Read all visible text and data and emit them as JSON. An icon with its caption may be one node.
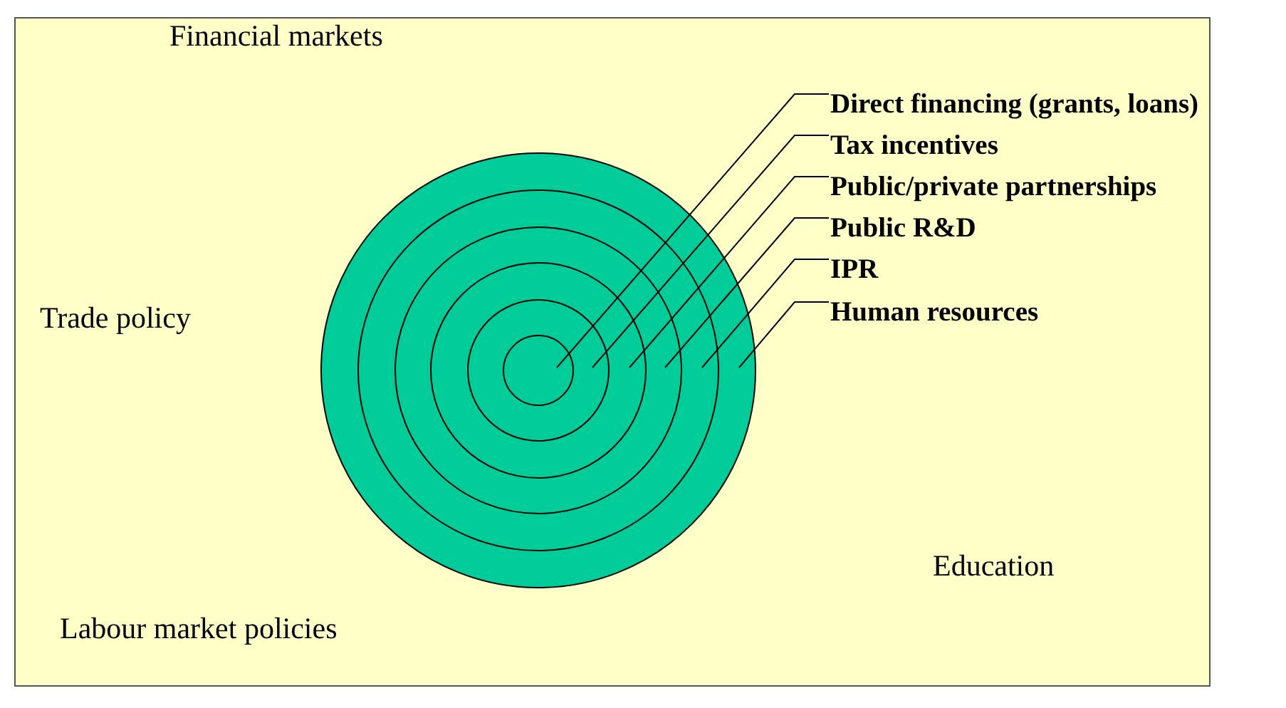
{
  "diagram": {
    "nodes": [
      {
        "text": [
          "Financial markets",
          "Trade policy",
          "Labour market policies",
          "Education"
        ]
      },
      {
        "text": [
          "Direct financing (grants, loans)"
        ],
        "in": 0
      },
      {
        "text": [
          "Tax incentives"
        ],
        "in": 0
      },
      {
        "text": [
          "Public/private partnerships"
        ],
        "in": 0
      },
      {
        "text": [
          "Public R&D"
        ],
        "in": 0
      },
      {
        "text": [
          "IPR"
        ],
        "in": 0
      },
      {
        "text": [
          "Human resources"
        ],
        "in": 0
      },
      {
        "text": [],
        "shape": "circle",
        "in": 0
      },
      {
        "text": [],
        "shape": "circle",
        "in": 7
      },
      {
        "text": [],
        "shape": "circle",
        "in": 8
      },
      {
        "text": [],
        "shape": "circle",
        "in": 9
      },
      {
        "text": [],
        "shape": "circle",
        "in": 10
      },
      {
        "text": [],
        "shape": "circle",
        "in": 11
      }
    ],
    "edges": [
      {
        "from": 1,
        "to": 12,
        "arrow": "none"
      },
      {
        "from": 2,
        "to": 11,
        "arrow": "none"
      },
      {
        "from": 3,
        "to": 10,
        "arrow": "none"
      },
      {
        "from": 4,
        "to": 9,
        "arrow": "none"
      },
      {
        "from": 5,
        "to": 8,
        "arrow": "none"
      },
      {
        "from": 6,
        "to": 7,
        "arrow": "none"
      }
    ]
  }
}
